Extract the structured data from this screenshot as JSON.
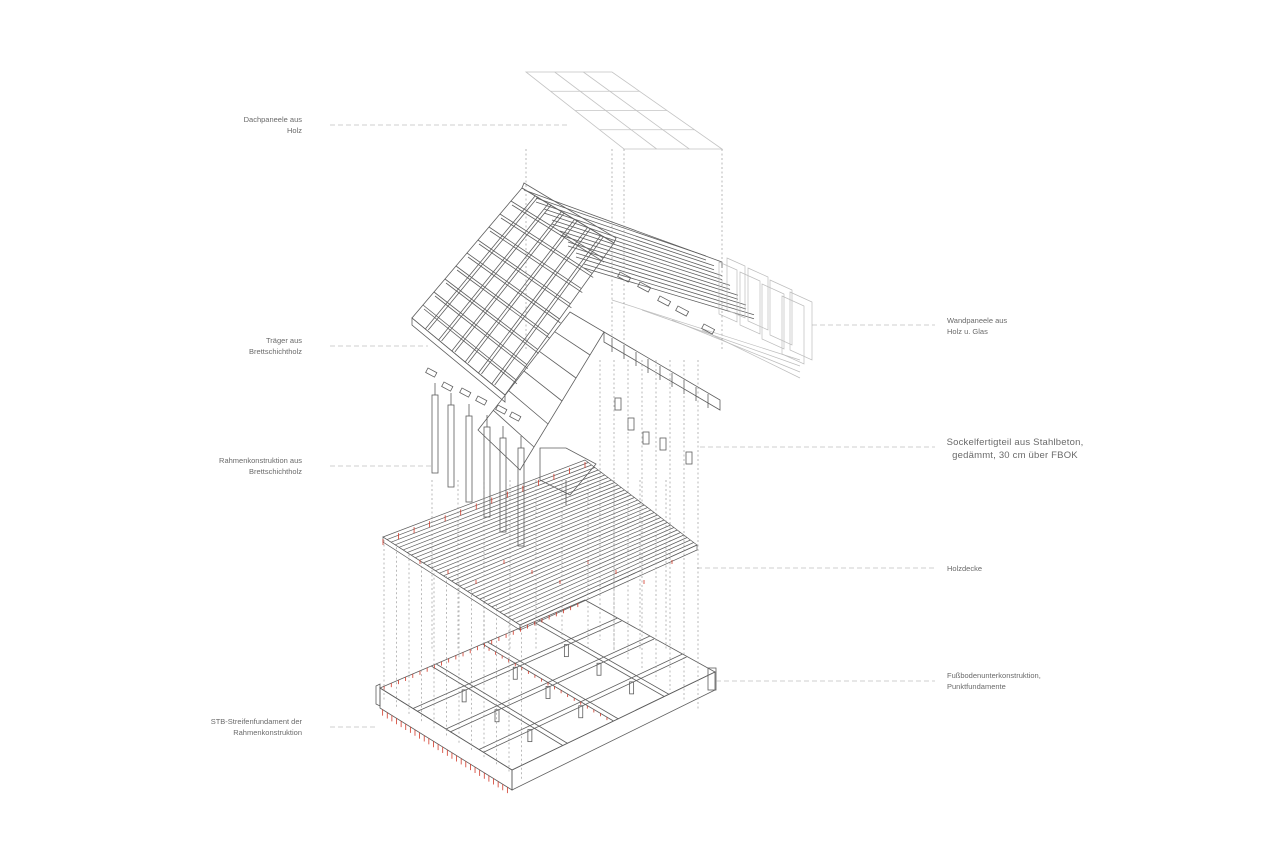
{
  "colors": {
    "line": "#5e5e5e",
    "light": "#b9b9b9",
    "leader": "#9a9a9a",
    "accent": "#d23a2a",
    "text": "#6a6a6a"
  },
  "labels": {
    "roof_panels": "Dachpaneele aus\nHolz",
    "beams": "Träger aus\nBrettschichtholz",
    "frame": "Rahmenkonstruktion aus\nBrettschichtholz",
    "strip_foundation": "STB-Streifenfundament der\nRahmenkonstruktion",
    "wall_panels": "Wandpaneele aus\nHolz u. Glas",
    "plinth": "Sockelfertigteil aus Stahlbeton,\ngedämmt, 30 cm über FBOK",
    "timber_floor": "Holzdecke",
    "floor_sub": "Fußbodenunterkonstruktion,\nPunktfundamente"
  }
}
